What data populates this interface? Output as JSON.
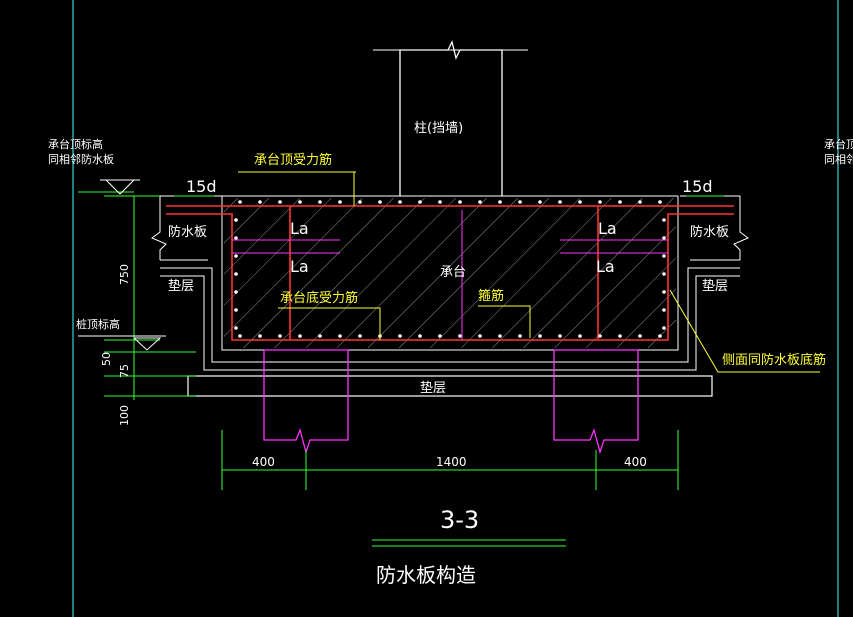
{
  "drawing": {
    "section_label": "3-3",
    "title": "防水板构造",
    "column_label": "柱(挡墙)",
    "cap_label": "承台",
    "top_rebar_label": "承台顶受力筋",
    "bottom_rebar_label": "承台底受力筋",
    "stirrup_label": "箍筋",
    "side_rebar_label": "侧面同防水板底筋",
    "waterproof_slab_label": "防水板",
    "cushion_label": "垫层",
    "anchor_label": "La",
    "hook_label": "15d",
    "left_note": [
      "承台顶标高",
      "同相邻防水板"
    ],
    "right_note": [
      "承台顶",
      "同相邻"
    ],
    "pile_top_label": "桩顶标高",
    "dims_vertical": [
      "750",
      "50",
      "75",
      "100"
    ],
    "dims_horizontal": [
      "400",
      "1400",
      "400"
    ]
  },
  "colors": {
    "background": "#000000",
    "outline": "#ffffff",
    "rebar": "#ff3333",
    "label": "#ffff33",
    "pile": "#ff33ff",
    "dimension": "#33ff33",
    "leader": "#ffff33",
    "guide": "#33ffff"
  }
}
